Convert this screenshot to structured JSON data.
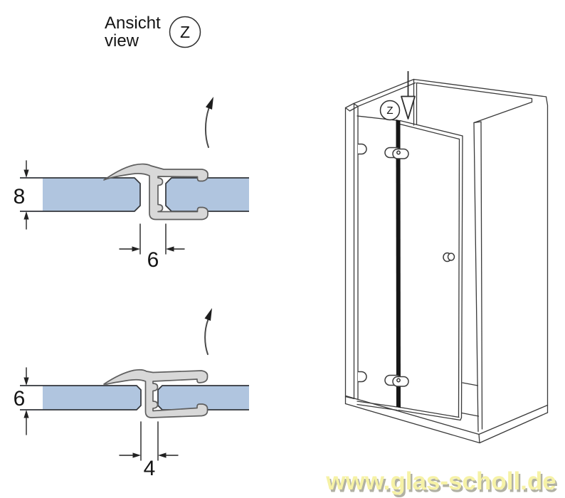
{
  "view_label": {
    "title_de": "Ansicht",
    "title_en": "view",
    "mark": "Z"
  },
  "detail_views": {
    "top": {
      "glass_thickness_mm": "8",
      "joint_gap_mm": "6"
    },
    "bottom": {
      "glass_thickness_mm": "6",
      "joint_gap_mm": "4"
    }
  },
  "isometric_view": {
    "mark": "Z"
  },
  "watermark": "www.glas-scholl.de",
  "colors": {
    "glass_fill": "#b0c5df",
    "profile_fill": "#d8d8d8",
    "outline": "#3a3a3a",
    "seal_black": "#161616",
    "watermark_fill": "#f6f2a6",
    "watermark_shadow": "#b1b1a3"
  }
}
